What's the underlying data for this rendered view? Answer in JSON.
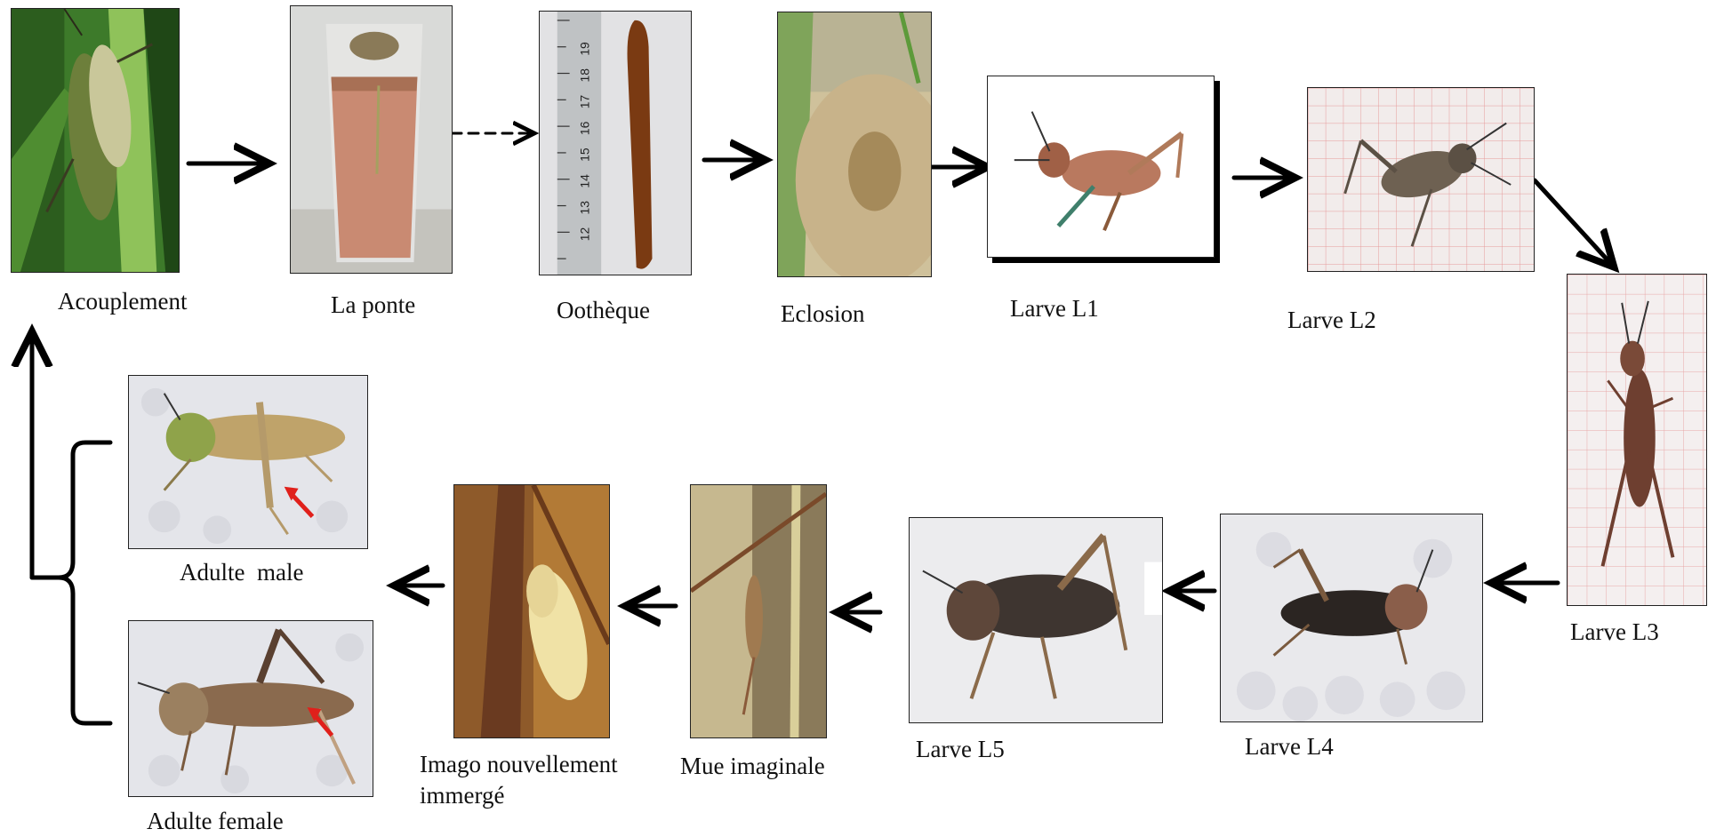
{
  "stages": {
    "accouplement": "Acouplement",
    "ponte": "La ponte",
    "ootheque": "Oothèque",
    "eclosion": "Eclosion",
    "l1": "Larve L1",
    "l2": "Larve L2",
    "l3": "Larve L3",
    "l4": "Larve L4",
    "l5": "Larve L5",
    "mue": "Mue imaginale",
    "imago_line1": "Imago nouvellement",
    "imago_line2": "immergé",
    "male": "Adulte  male",
    "female": "Adulte female"
  },
  "ruler_ticks": [
    "12",
    "13",
    "14",
    "15",
    "16",
    "17",
    "18",
    "19"
  ],
  "colors": {
    "arrow": "#000000",
    "sex_marker_arrow": "#e0201b",
    "grid_paper": "#e69a9a",
    "foam_background": "#e9e9ec",
    "leaf_green": "#2f6b22"
  }
}
